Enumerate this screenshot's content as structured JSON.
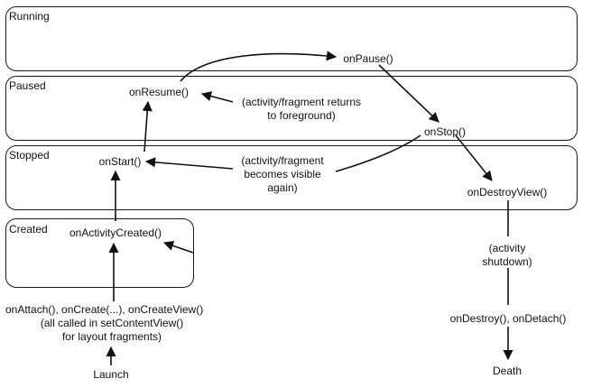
{
  "states": {
    "running": "Running",
    "paused": "Paused",
    "stopped": "Stopped",
    "created": "Created"
  },
  "callbacks": {
    "on_pause": "onPause()",
    "on_resume": "onResume()",
    "on_stop": "onStop()",
    "on_start": "onStart()",
    "on_destroy_view": "onDestroyView()",
    "on_activity_created": "onActivityCreated()",
    "on_attach_line1": "onAttach(), onCreate(...), onCreateView()",
    "on_attach_line2": "(all called in setContentView()",
    "on_attach_line3": "for layout fragments)",
    "on_destroy": "onDestroy(), onDetach()",
    "launch": "Launch",
    "death": "Death"
  },
  "notes": {
    "returns_line1": "(activity/fragment returns",
    "returns_line2": "to foreground)",
    "visible_line1": "(activity/fragment",
    "visible_line2": "becomes visible",
    "visible_line3": "again)",
    "shutdown_line1": "(activity",
    "shutdown_line2": "shutdown)"
  }
}
